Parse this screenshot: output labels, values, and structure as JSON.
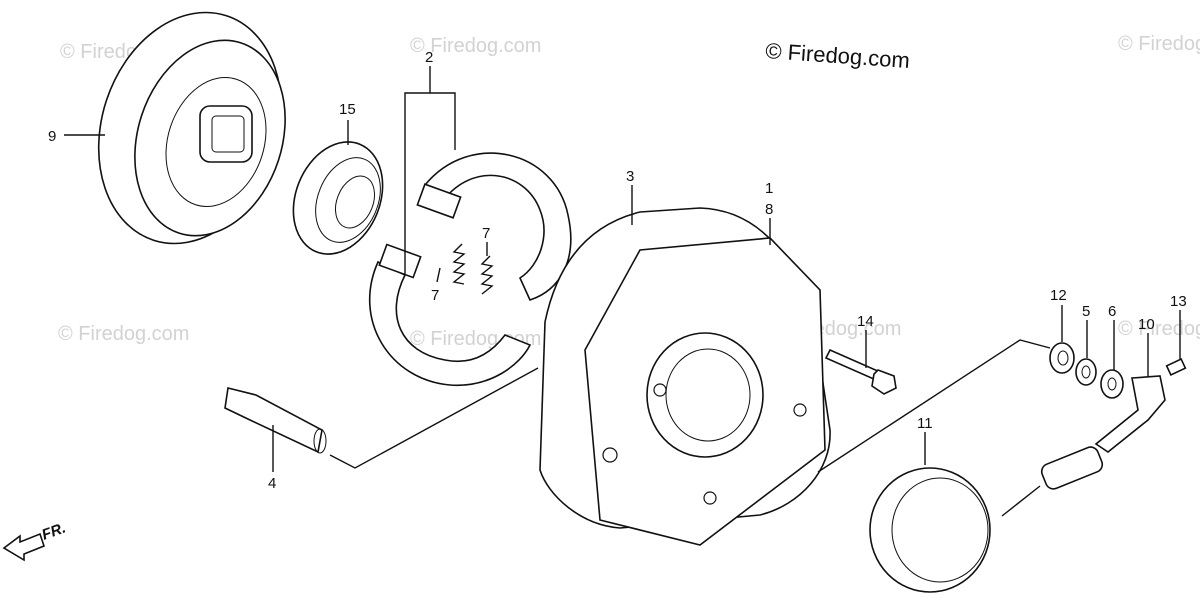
{
  "copyright": "© Firedog.com",
  "watermark": "© Firedog.com",
  "front_marker": "FR.",
  "callouts": {
    "p1": "1",
    "p2": "2",
    "p3": "3",
    "p4": "4",
    "p5": "5",
    "p6": "6",
    "p7a": "7",
    "p7b": "7",
    "p8": "8",
    "p9": "9",
    "p10": "10",
    "p11": "11",
    "p12": "12",
    "p13": "13",
    "p14": "14",
    "p15": "15"
  },
  "colors": {
    "ink": "#111111",
    "watermark": "#d2d2d2",
    "paper": "#ffffff"
  }
}
